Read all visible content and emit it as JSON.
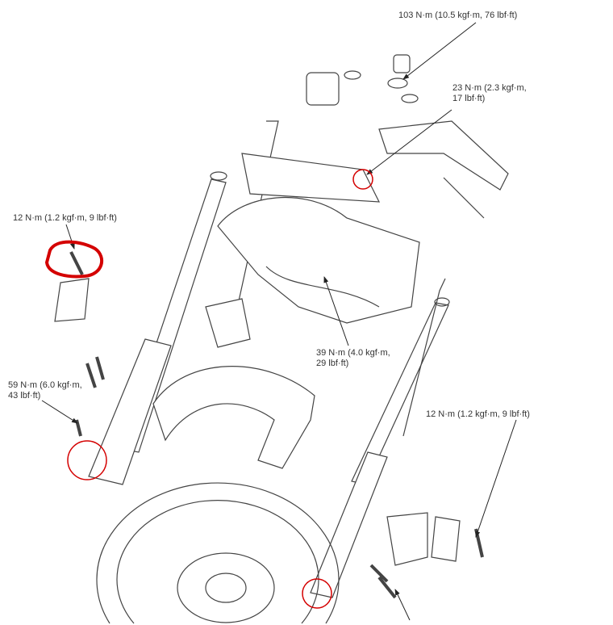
{
  "labels": {
    "steering_stem_nut": {
      "line1": "103 N·m (10.5 kgf·m, 76 lbf·ft)"
    },
    "top_bridge_pinch": {
      "line1": "23 N·m (2.3 kgf·m,",
      "line2": "17 lbf·ft)"
    },
    "left_bracket_bolt": {
      "line1": "12 N·m (1.2 kgf·m, 9 lbf·ft)"
    },
    "bottom_bridge_pinch": {
      "line1": "39 N·m (4.0 kgf·m,",
      "line2": "29 lbf·ft)"
    },
    "axle_pinch_left": {
      "line1": "59 N·m (6.0 kgf·m,",
      "line2": "43 lbf·ft)"
    },
    "right_bracket_bolt": {
      "line1": "12 N·m (1.2 kgf·m, 9 lbf·ft)"
    }
  },
  "colors": {
    "line": "#333333",
    "highlight": "#d40000"
  }
}
